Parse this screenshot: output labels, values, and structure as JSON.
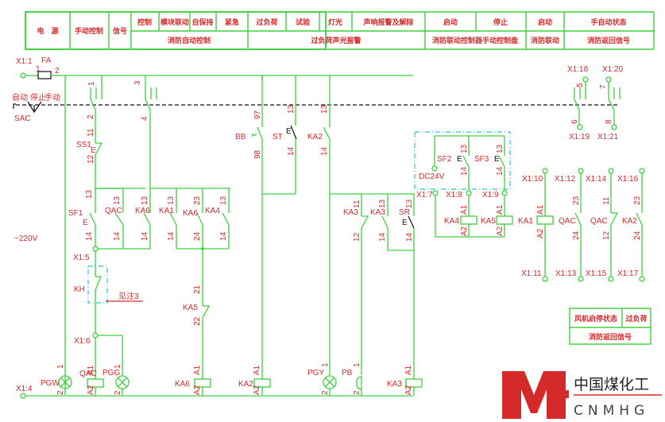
{
  "header_table": {
    "row1": [
      {
        "label": "电　源"
      },
      {
        "label": "手动控制"
      },
      {
        "label": "信号"
      },
      {
        "label": "控制"
      },
      {
        "label": "模块联动"
      },
      {
        "label": "自保持"
      },
      {
        "label": "紧急"
      },
      {
        "label": "过负荷"
      },
      {
        "label": "试验"
      },
      {
        "label": "灯光"
      },
      {
        "label": "声响报警及解除"
      },
      {
        "label": "启动"
      },
      {
        "label": "停止"
      },
      {
        "label": "启动"
      },
      {
        "label": "手自动状态"
      }
    ],
    "row2": [
      {
        "label": "消防自动控制"
      },
      {
        "label": "过负荷声光报警"
      },
      {
        "label": "消防联动控制器手动控制盘"
      },
      {
        "label": "消防联动"
      },
      {
        "label": "消防返回信号"
      }
    ]
  },
  "legend_table": {
    "row1": [
      "风机启停状态",
      "过负荷"
    ],
    "row2": "消防返回信号"
  },
  "terminals": {
    "x1_1": "X1:1",
    "x1_4": "X1:4",
    "x1_5": "X1:5",
    "x1_6": "X1:6",
    "x1_7": "X1:7",
    "x1_8": "X1:8",
    "x1_9": "X1:9",
    "x1_10": "X1:10",
    "x1_11": "X1:11",
    "x1_12": "X1:12",
    "x1_13": "X1:13",
    "x1_14": "X1:14",
    "x1_15": "X1:15",
    "x1_16": "X1:16",
    "x1_17": "X1:17",
    "x1_18": "X1:18",
    "x1_19": "X1:19",
    "x1_20": "X1:20",
    "x1_21": "X1:21"
  },
  "components": {
    "fa": "FA",
    "sac": "SAC",
    "ss1": "SS1",
    "sf1": "SF1",
    "qac": "QAC",
    "ka6": "KA6",
    "ka1": "KA1",
    "ka4": "KA4",
    "ka5": "KA5",
    "kh": "KH",
    "bb": "BB",
    "st": "ST",
    "ka2": "KA2",
    "ka3": "KA3",
    "sr": "SR",
    "sf2": "SF2",
    "sf3": "SF3",
    "pgw": "PGW",
    "pgg": "PGG",
    "pgy": "PGY",
    "pb": "PB"
  },
  "sac_modes": {
    "auto": "自动",
    "stop": "停止",
    "manual": "手动"
  },
  "supply": "~220V",
  "dc_supply": "DC24V",
  "note": "见注3",
  "e_mark": "E",
  "pins": {
    "p1": "1",
    "p2": "2",
    "p3": "3",
    "p4": "4",
    "p5": "5",
    "p6": "6",
    "p7": "7",
    "p8": "8",
    "p11": "11",
    "p12": "12",
    "p13": "13",
    "p14": "14",
    "p21": "21",
    "p22": "22",
    "p23": "23",
    "p24": "24",
    "p97": "97",
    "p98": "98",
    "a1": "A1",
    "a2": "A2"
  },
  "logo": {
    "cn": "中国煤化工",
    "en": "CNMHG",
    "brand_color": "#d42a2a"
  }
}
